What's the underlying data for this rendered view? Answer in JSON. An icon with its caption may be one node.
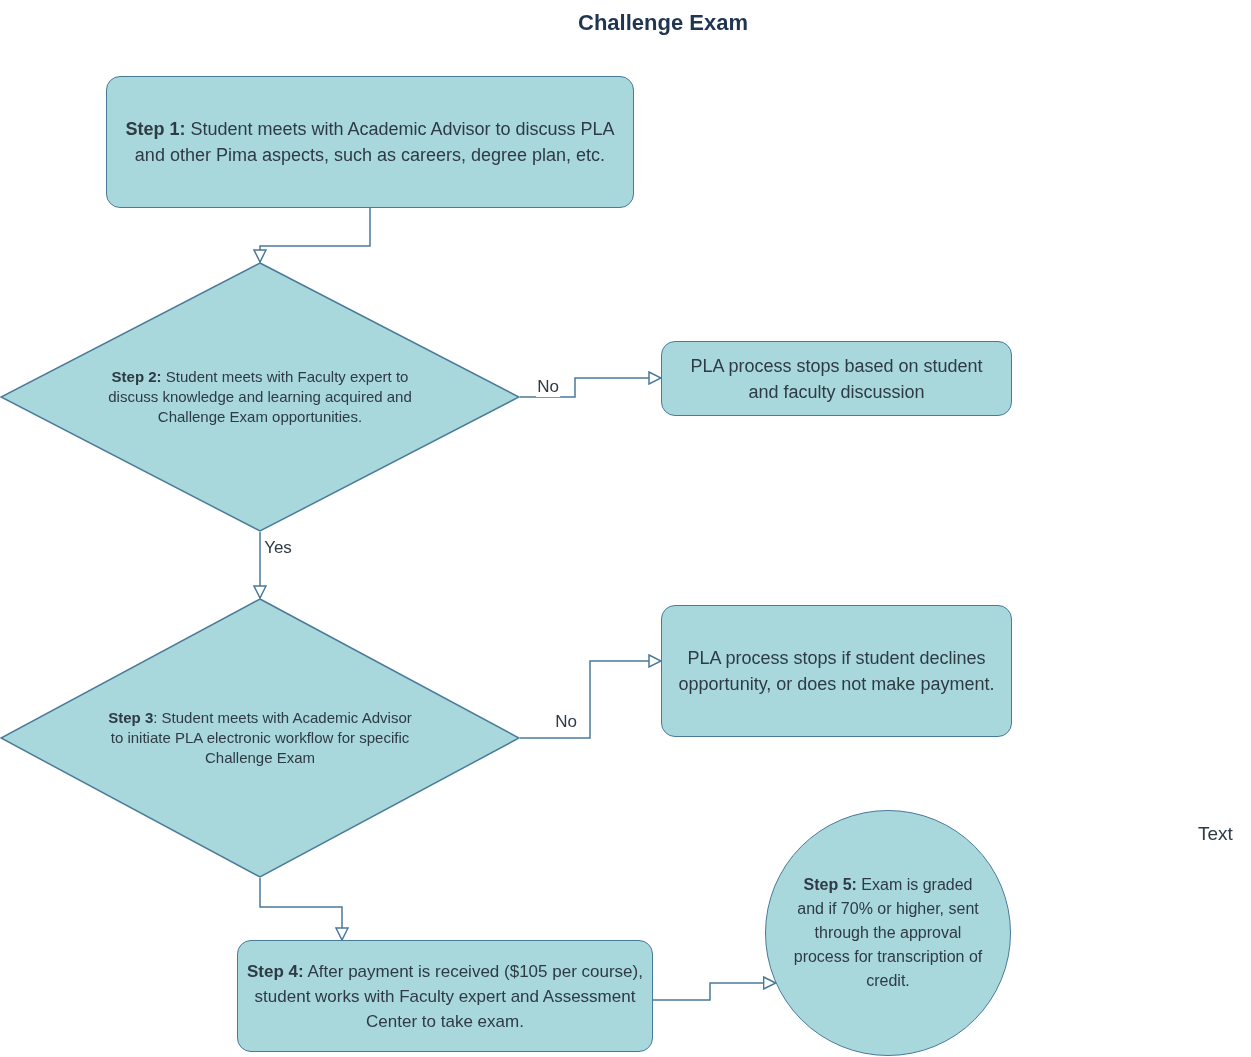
{
  "diagram": {
    "title": "Challenge Exam",
    "nodes": [
      {
        "text": [
          "**Step 1:**  Student meets with Academic Advisor to discuss PLA and other Pima aspects, such as careers, degree plan, etc."
        ]
      },
      {
        "text": [
          "**Step 2:**  Student meets with Faculty expert to discuss knowledge and learning acquired and Challenge Exam opportunities."
        ]
      },
      {
        "text": [
          "PLA process stops based on student and faculty discussion"
        ]
      },
      {
        "text": [
          "**Step 3**:  Student meets with Academic Advisor to initiate PLA electronic workflow for specific Challenge Exam"
        ]
      },
      {
        "text": [
          "PLA process stops if student declines opportunity, or does not make payment."
        ]
      },
      {
        "text": [
          "**Step 4:**  After payment is received ($105 per course), student works with Faculty expert and Assessment Center to take exam."
        ]
      },
      {
        "text": [
          "**Step 5:**  Exam is graded and if 70% or higher, sent through the approval process for transcription of credit."
        ]
      }
    ],
    "edges": [
      {
        "from": 0,
        "to": 1,
        "arrow": "to"
      },
      {
        "from": 1,
        "to": 2,
        "arrow": "to",
        "label": "No"
      },
      {
        "from": 1,
        "to": 3,
        "arrow": "to",
        "label": "Yes"
      },
      {
        "from": 3,
        "to": 4,
        "arrow": "to",
        "label": "No"
      },
      {
        "from": 3,
        "to": 5,
        "arrow": "to"
      },
      {
        "from": 5,
        "to": 6,
        "arrow": "to"
      }
    ],
    "labels": [
      "Text"
    ]
  }
}
